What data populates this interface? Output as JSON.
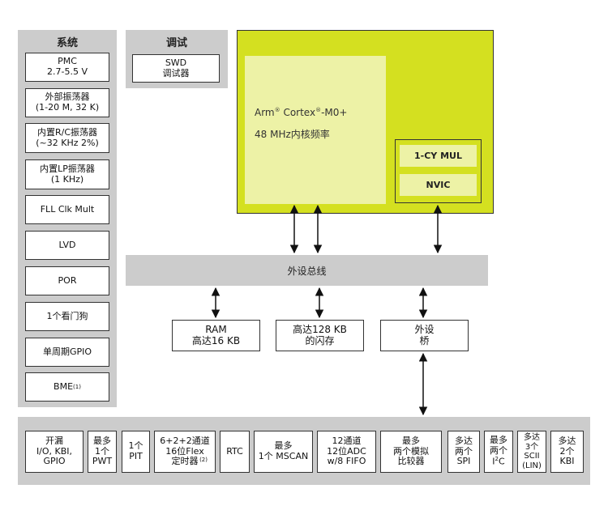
{
  "system": {
    "title": "系统",
    "items": [
      "PMC\n2.7-5.5 V",
      "外部振荡器\n(1-20 M, 32 K)",
      "内置R/C振荡器\n(~32 KHz 2%)",
      "内置LP振荡器\n(1 KHz)",
      "FLL Clk Mult",
      "LVD",
      "POR",
      "1个看门狗",
      "单周期GPIO"
    ],
    "bme_label": "BME",
    "bme_note": "(1)"
  },
  "debug": {
    "title": "调试",
    "item": "SWD\n调试器"
  },
  "cpu": {
    "core_name": "Arm",
    "reg_mark": "®",
    "core_name_2": " Cortex",
    "core_name_3": "-M0+",
    "frequency": "48 MHz内核频率",
    "mul_label": "1-CY MUL",
    "nvic_label": "NVIC"
  },
  "bus": {
    "label": "外设总线"
  },
  "memory": {
    "ram": "RAM\n高达16 KB",
    "flash": "高达128 KB\n的闪存",
    "bridge": "外设\n桥"
  },
  "peripherals": {
    "io": "开漏\nI/O, KBI,\nGPIO",
    "pwt": "最多\n1个\nPWT",
    "pit": "1个\nPIT",
    "timer": "6+2+2通道\n16位Flex\n定时器",
    "timer_note": "(2)",
    "rtc": "RTC",
    "mscan": "最多\n1个 MSCAN",
    "adc": "12通道\n12位ADC\nw/8 FIFO",
    "comparator": "最多\n两个模拟\n比较器",
    "spi": "多达\n两个\nSPI",
    "i2c_line1": "最多",
    "i2c_line2": "两个",
    "i2c_line3": "I",
    "i2c_sup": "2",
    "i2c_line3b": "C",
    "sci": "多达\n3个\nSCII\n(LIN)",
    "kbi": "多达\n2个\nKBI"
  }
}
